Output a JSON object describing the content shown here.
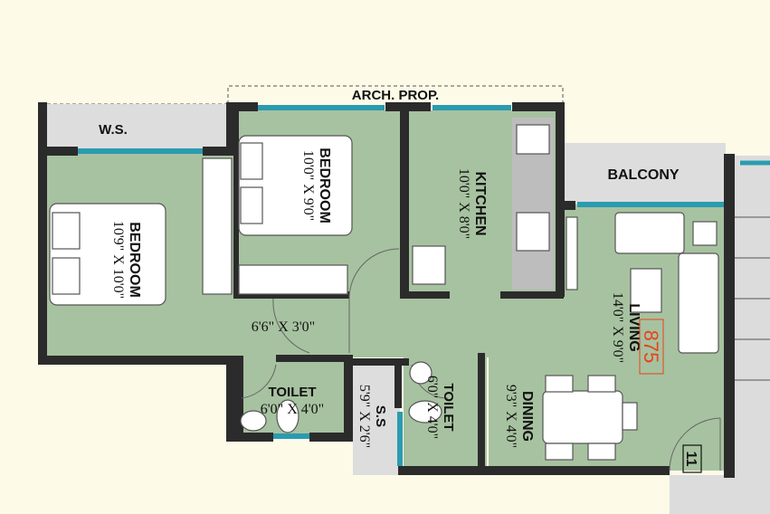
{
  "colors": {
    "background": "#fdfae8",
    "room_fill": "#a7c2a0",
    "service_fill": "#dddddd",
    "wall": "#2b2b2b",
    "window": "#2a9bb0",
    "area_highlight": "#e8431c"
  },
  "header": {
    "arch_prop": "ARCH. PROP."
  },
  "rooms": {
    "ws": {
      "name": "W.S."
    },
    "bedroom1": {
      "name": "BEDROOM",
      "size": "10'9\" X 10'0\""
    },
    "bedroom2": {
      "name": "BEDROOM",
      "size": "10'0\" X 9'0\""
    },
    "kitchen": {
      "name": "KITCHEN",
      "size": "10'0\" X 8'0\""
    },
    "balcony": {
      "name": "BALCONY"
    },
    "living": {
      "name": "LIVING",
      "size": "14'0\" X 9'0\""
    },
    "dining": {
      "name": "DINING",
      "size": "9'3\" X 4'0\""
    },
    "passage": {
      "size": "6'6\" X 3'0\""
    },
    "toilet1": {
      "name": "TOILET",
      "size": "6'0\" X 4'0\""
    },
    "ss": {
      "name": "S.S",
      "size": "5'9\" X 2'6\""
    },
    "toilet2": {
      "name": "TOILET",
      "size": "6'0\" X 4'0\""
    }
  },
  "area_label": "875",
  "unit_number": "11"
}
